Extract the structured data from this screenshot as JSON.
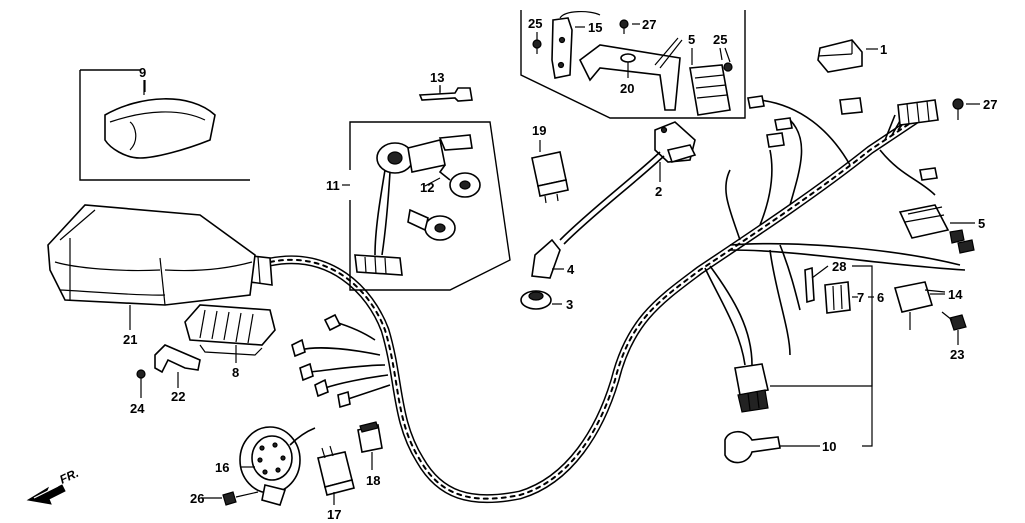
{
  "labels": {
    "p1": "1",
    "p2": "2",
    "p3": "3",
    "p4": "4",
    "p5a": "5",
    "p5b": "5",
    "p6": "6",
    "p7": "7",
    "p8": "8",
    "p9": "9",
    "p10": "10",
    "p11": "11",
    "p12": "12",
    "p13": "13",
    "p14": "14",
    "p15": "15",
    "p16": "16",
    "p17": "17",
    "p18": "18",
    "p19": "19",
    "p20": "20",
    "p21": "21",
    "p22": "22",
    "p23": "23",
    "p24": "24",
    "p25a": "25",
    "p25b": "25",
    "p26": "26",
    "p27a": "27",
    "p27b": "27",
    "p28": "28"
  },
  "front_indicator": "FR.",
  "icons": {
    "front_arrow": "arrow-left-down-icon"
  }
}
